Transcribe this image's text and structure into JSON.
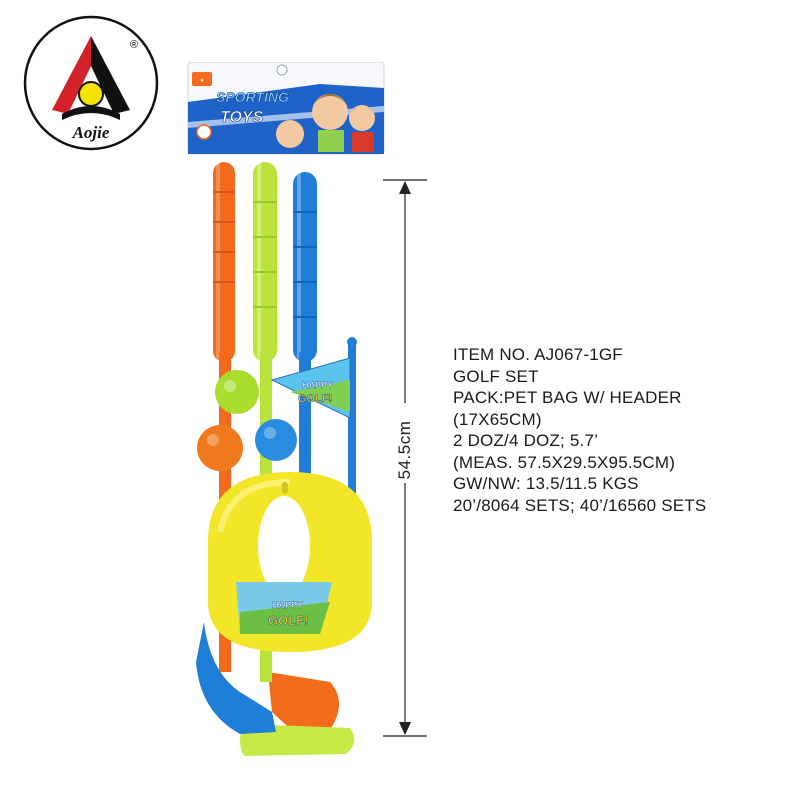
{
  "brand": {
    "name": "Aojie",
    "registered_mark": "®",
    "colors": {
      "red": "#d3202a",
      "yellow": "#f5e300",
      "black": "#111111"
    }
  },
  "header_card": {
    "title_lines": [
      "SPORTING",
      "TOYS"
    ],
    "colors": {
      "blue": "#1f63c8",
      "orange": "#f26b1d",
      "white": "#ffffff"
    }
  },
  "product": {
    "flag_text": [
      "HAPPY",
      "GOLF!"
    ],
    "base_text": [
      "HAPPY",
      "GOLF!"
    ],
    "colors": {
      "orange_club": "#f26b1d",
      "green_club": "#b9e23b",
      "blue_club": "#1f7fd8",
      "yellow_base": "#f3e629",
      "green_ball": "#a9dd2e",
      "orange_ball": "#f27a1e",
      "blue_ball": "#2a8ce0"
    }
  },
  "dimension": {
    "label": "54.5cm"
  },
  "spec": {
    "lines": [
      "ITEM NO. AJ067-1GF",
      "GOLF SET",
      "PACK:PET BAG W/ HEADER",
      "(17X65CM)",
      "2 DOZ/4 DOZ; 5.7’",
      "(MEAS. 57.5X29.5X95.5CM)",
      "GW/NW: 13.5/11.5 KGS",
      "20’/8064 SETS; 40’/16560 SETS"
    ]
  }
}
